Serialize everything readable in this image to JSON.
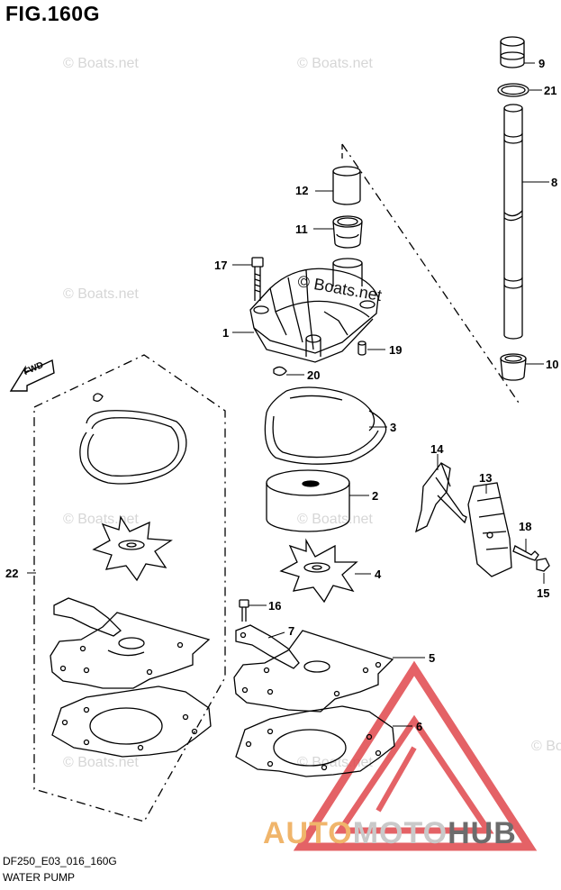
{
  "figure": {
    "title": "FIG.160G",
    "code": "DF250_E03_016_160G",
    "name": "WATER PUMP"
  },
  "fwd_label": "FWD",
  "watermark_text": "© Boats.net",
  "brand": {
    "part1": "AUTO",
    "part2": "MOTO",
    "part3": "HUB"
  },
  "callouts": [
    "1",
    "2",
    "3",
    "4",
    "5",
    "6",
    "7",
    "8",
    "9",
    "10",
    "11",
    "12",
    "13",
    "14",
    "15",
    "16",
    "17",
    "18",
    "19",
    "20",
    "21",
    "22"
  ],
  "colors": {
    "line": "#000000",
    "brand_red": "#e0474c",
    "brand_orange": "#f0b56b",
    "brand_gray": "#6c6c6c"
  }
}
